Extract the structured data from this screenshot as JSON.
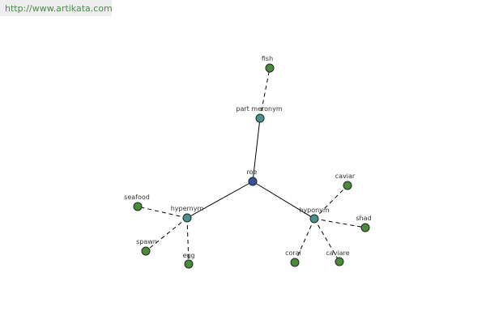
{
  "watermark": {
    "url": "http://www.artikata.com"
  },
  "colors": {
    "root": "#3a4fa0",
    "relation": "#4a9090",
    "leaf": "#4a8a3a"
  },
  "graph": {
    "root": {
      "label": "roe"
    },
    "relations": [
      {
        "id": "part-meronym",
        "label": "part meronym",
        "leaves": [
          "fish"
        ]
      },
      {
        "id": "hypernym",
        "label": "hypernym",
        "leaves": [
          "seafood",
          "spawn",
          "egg"
        ]
      },
      {
        "id": "hyponym",
        "label": "hyponym",
        "leaves": [
          "caviar",
          "shad",
          "caviare",
          "coral"
        ]
      }
    ]
  }
}
